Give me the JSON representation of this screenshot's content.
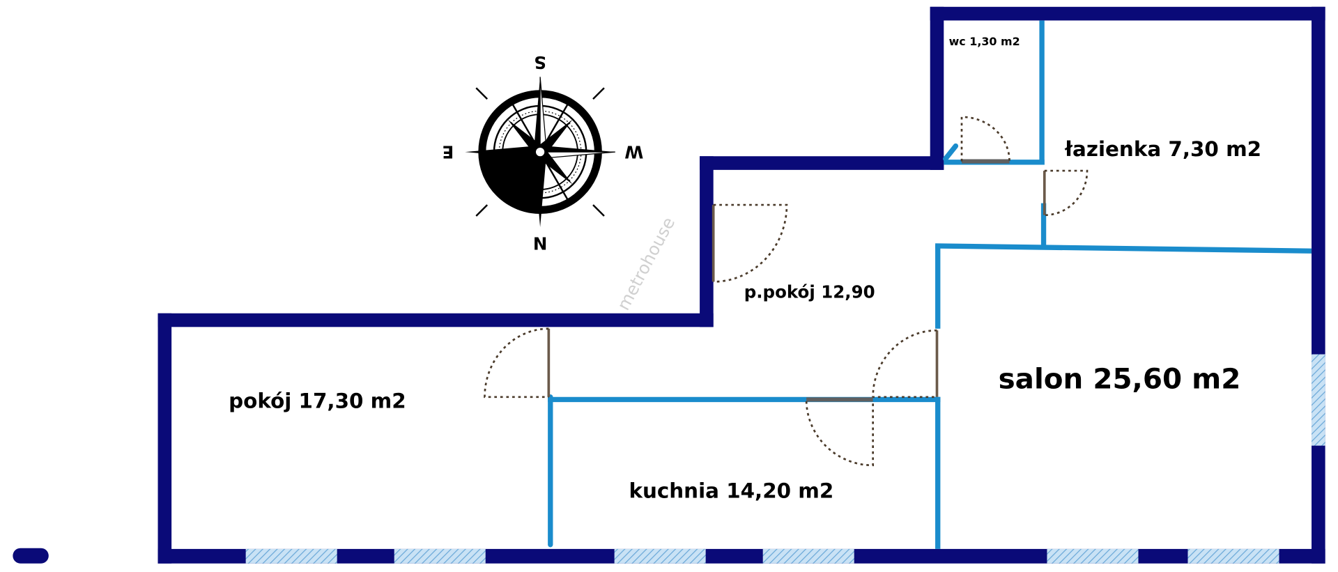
{
  "rooms": {
    "wc": "wc 1,30 m2",
    "lazienka": "łazienka 7,30 m2",
    "przedpokoj": "p.pokój 12,90",
    "pokoj": "pokój 17,30 m2",
    "salon": "salon 25,60 m2",
    "kuchnia": "kuchnia 14,20 m2"
  },
  "compass": {
    "north": "N",
    "south": "S",
    "east": "E",
    "west": "W"
  },
  "watermark": "metrohouse",
  "colors": {
    "outer_wall": "#0a0a78",
    "inner_wall": "#1a8ccc",
    "window": "#9cc8e8"
  }
}
